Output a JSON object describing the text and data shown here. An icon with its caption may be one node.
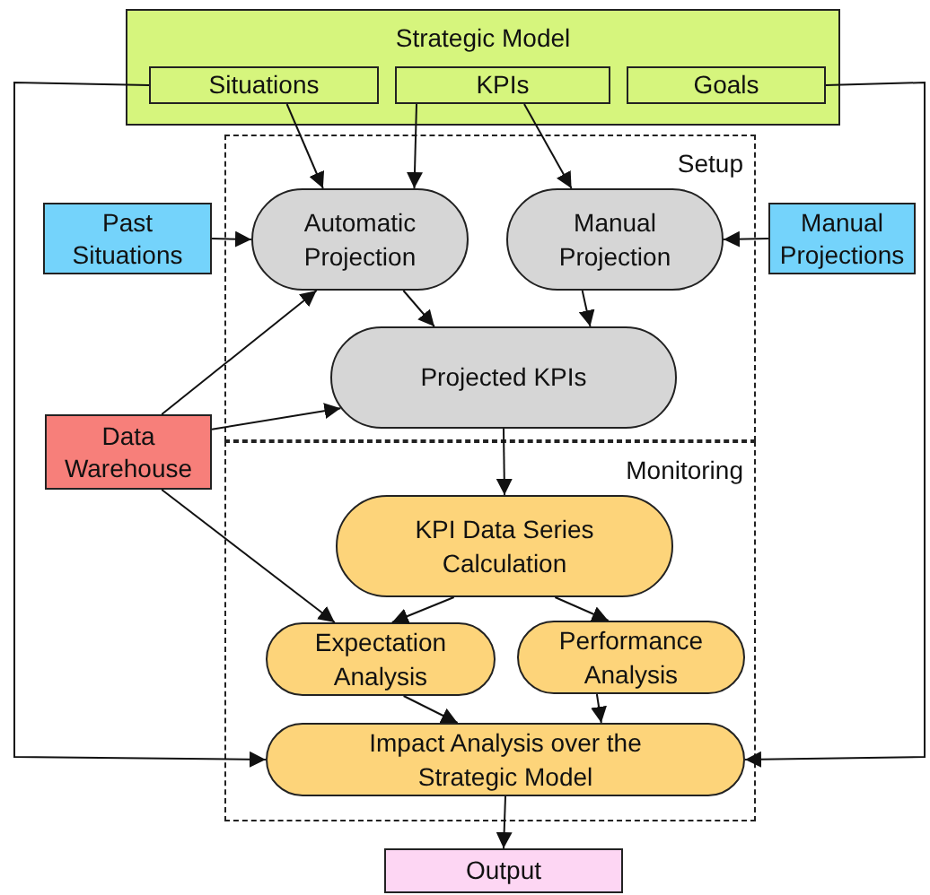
{
  "diagram": {
    "nodes": [
      {
        "text": [
          "Strategic Model"
        ]
      },
      {
        "text": [
          "Situations"
        ],
        "in": 0
      },
      {
        "text": [
          "KPIs"
        ],
        "in": 0
      },
      {
        "text": [
          "Goals"
        ],
        "in": 0
      },
      {
        "text": [
          "Setup"
        ]
      },
      {
        "text": [
          "Monitoring"
        ]
      },
      {
        "text": [
          "Past Situations"
        ]
      },
      {
        "text": [
          "Automatic Projection"
        ],
        "in": 4
      },
      {
        "text": [
          "Manual Projection"
        ],
        "in": 4
      },
      {
        "text": [
          "Manual Projections"
        ]
      },
      {
        "text": [
          "Projected KPIs"
        ],
        "in": 4
      },
      {
        "text": [
          "Data Warehouse"
        ]
      },
      {
        "text": [
          "KPI Data Series Calculation"
        ],
        "in": 5
      },
      {
        "text": [
          "Expectation Analysis"
        ],
        "in": 5
      },
      {
        "text": [
          "Performance Analysis"
        ],
        "in": 5
      },
      {
        "text": [
          "Impact Analysis over the Strategic Model"
        ],
        "in": 5
      },
      {
        "text": [
          "Output"
        ]
      }
    ],
    "edges": [
      {
        "from": 1,
        "to": 7,
        "arrow": "to"
      },
      {
        "from": 2,
        "to": 7,
        "arrow": "to"
      },
      {
        "from": 2,
        "to": 8,
        "arrow": "to"
      },
      {
        "from": 6,
        "to": 7,
        "arrow": "to"
      },
      {
        "from": 9,
        "to": 8,
        "arrow": "to"
      },
      {
        "from": 7,
        "to": 10,
        "arrow": "to"
      },
      {
        "from": 8,
        "to": 10,
        "arrow": "to"
      },
      {
        "from": 11,
        "to": 7,
        "arrow": "to"
      },
      {
        "from": 11,
        "to": 10,
        "arrow": "to"
      },
      {
        "from": 10,
        "to": 12,
        "arrow": "to"
      },
      {
        "from": 11,
        "to": 13,
        "arrow": "to"
      },
      {
        "from": 12,
        "to": 13,
        "arrow": "to"
      },
      {
        "from": 12,
        "to": 14,
        "arrow": "to"
      },
      {
        "from": 13,
        "to": 15,
        "arrow": "to"
      },
      {
        "from": 14,
        "to": 15,
        "arrow": "to"
      },
      {
        "from": 15,
        "to": 16,
        "arrow": "to"
      },
      {
        "from": 1,
        "to": 15,
        "arrow": "to"
      },
      {
        "from": 3,
        "to": 15,
        "arrow": "to"
      }
    ]
  }
}
